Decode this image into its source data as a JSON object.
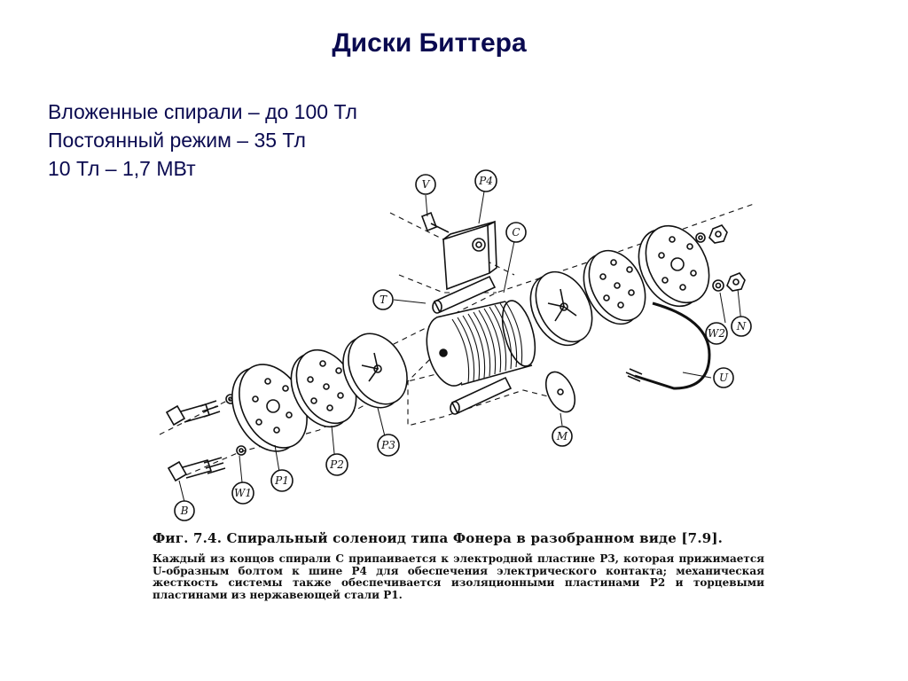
{
  "slide": {
    "title": "Диски Биттера",
    "bullets": [
      "Вложенные спирали – до 100 Тл",
      "Постоянный режим – 35 Тл",
      "10 Тл – 1,7 МВт"
    ]
  },
  "figure": {
    "labels": {
      "V": "V",
      "P4": "P4",
      "C": "C",
      "T": "T",
      "W2": "W2",
      "N": "N",
      "U": "U",
      "M": "M",
      "P3": "P3",
      "P2": "P2",
      "P1": "P1",
      "W1": "W1",
      "B": "B"
    },
    "caption_title": "Фиг. 7.4. Спиральный соленоид типа Фонера в разобранном виде [7.9].",
    "caption_body": "Каждый из концов спирали C припаивается к электродной пластине P3, которая прижимается U-образным болтом к шине P4 для обеспечения электрического контакта; механическая жесткость системы также обеспечивается изоляционными пластинами P2 и торцевыми пластинами из нержавеющей стали P1."
  }
}
